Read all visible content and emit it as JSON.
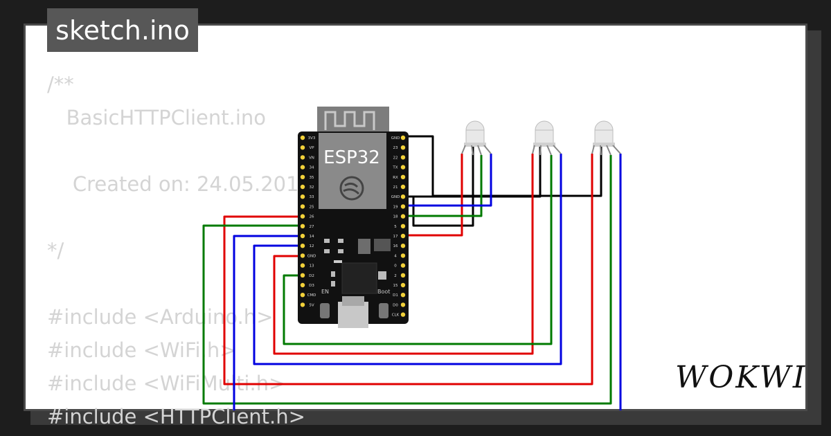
{
  "title_tab": "sketch.ino",
  "code_lines": [
    "/**",
    "   BasicHTTPClient.ino",
    "",
    "    Created on: 24.05.2015",
    "",
    "*/",
    "",
    "#include <Arduino.h>",
    "#include <WiFi.h>",
    "#include <WiFiMulti.h>",
    "#include <HTTPClient.h>"
  ],
  "board": {
    "name": "ESP32",
    "left_pins": [
      "3V3",
      "VP",
      "VN",
      "34",
      "35",
      "32",
      "33",
      "25",
      "26",
      "27",
      "14",
      "12",
      "GND",
      "13",
      "D2",
      "D3",
      "CMD",
      "5V"
    ],
    "right_pins": [
      "GND",
      "23",
      "22",
      "TX",
      "RX",
      "21",
      "GND",
      "19",
      "18",
      "5",
      "17",
      "16",
      "4",
      "0",
      "2",
      "15",
      "D1",
      "D0",
      "CLK"
    ],
    "button_en": "EN",
    "button_boot": "Boot"
  },
  "brand_logo": "WOKWI",
  "colors": {
    "background": "#1d1d1d",
    "wire_red": "#e00000",
    "wire_green": "#007a00",
    "wire_blue": "#0000e0",
    "wire_black": "#000000",
    "code_text": "#d4d4d4",
    "tab_bg": "#575757"
  }
}
